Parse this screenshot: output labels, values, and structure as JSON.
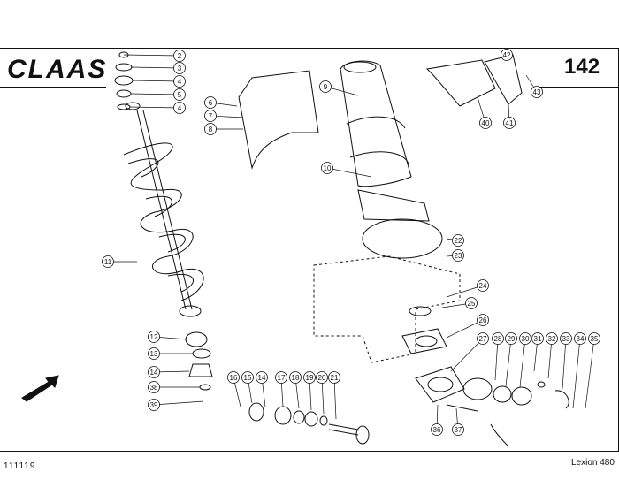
{
  "header": {
    "brand": "CLAAS",
    "page_number": "142"
  },
  "footer": {
    "document_code": "111119",
    "model": "Lexion 480"
  },
  "callouts": [
    "2",
    "3",
    "4",
    "5",
    "4",
    "6",
    "7",
    "8",
    "9",
    "10",
    "11",
    "12",
    "13",
    "14",
    "38",
    "39",
    "16",
    "15",
    "14",
    "17",
    "18",
    "19",
    "20",
    "21",
    "22",
    "23",
    "24",
    "25",
    "26",
    "27",
    "28",
    "29",
    "30",
    "31",
    "32",
    "33",
    "34",
    "35",
    "36",
    "37",
    "42",
    "43",
    "40",
    "41"
  ]
}
